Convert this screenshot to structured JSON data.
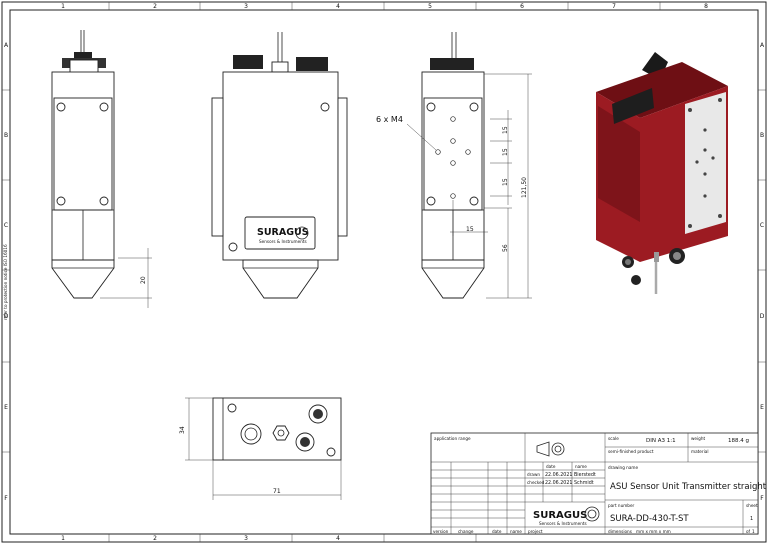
{
  "frame": {
    "columns": [
      "1",
      "2",
      "3",
      "4",
      "5",
      "6",
      "7",
      "8"
    ],
    "rows": [
      "A",
      "B",
      "C",
      "D",
      "E",
      "F"
    ],
    "side_note": "refer to protection notice ISO 16016"
  },
  "annotations": {
    "holes_label": "6 x M4",
    "dim_hole_spacing_1": "15",
    "dim_hole_spacing_2": "15",
    "dim_hole_spacing_3": "15",
    "dim_hole_offset": "15",
    "dim_total_height": "121,50",
    "dim_lower_height": "56",
    "dim_tip_height": "20",
    "dim_bottom_depth": "34",
    "dim_bottom_width": "71"
  },
  "logo": {
    "brand": "SURAGUS",
    "tagline": "Sensors & Instruments"
  },
  "title_block": {
    "application_range_label": "application range",
    "scale_label": "scale",
    "scale_value": "DIN A3  1:1",
    "weight_label": "weight",
    "weight_value": "188.4 g",
    "semi_finished_label": "semi-finished product",
    "material_label": "material",
    "date_header": "date",
    "name_header": "name",
    "drawn_label": "drawn",
    "drawn_date": "22.06.2021",
    "drawn_name": "Bierstedt",
    "checked_label": "checked",
    "checked_date": "22.06.2021",
    "checked_name": "Schmidt",
    "drawing_name_label": "drawing name",
    "drawing_name": "ASU Sensor Unit Transmitter straight",
    "part_number_label": "part number",
    "part_number": "SURA-DD-430-T-ST",
    "sheet_label": "sheet",
    "sheet_value": "1",
    "dimensions_label": "dimensions",
    "dimensions_value": "mm x mm x mm",
    "of_label": "of",
    "of_value": "1",
    "version_label": "version",
    "change_label": "change",
    "date_label": "date",
    "name_label": "name",
    "project_label": "project"
  },
  "colors": {
    "housing_red": "#9c1b22",
    "housing_dark": "#6e0f14",
    "plate": "#e8e8e8"
  }
}
